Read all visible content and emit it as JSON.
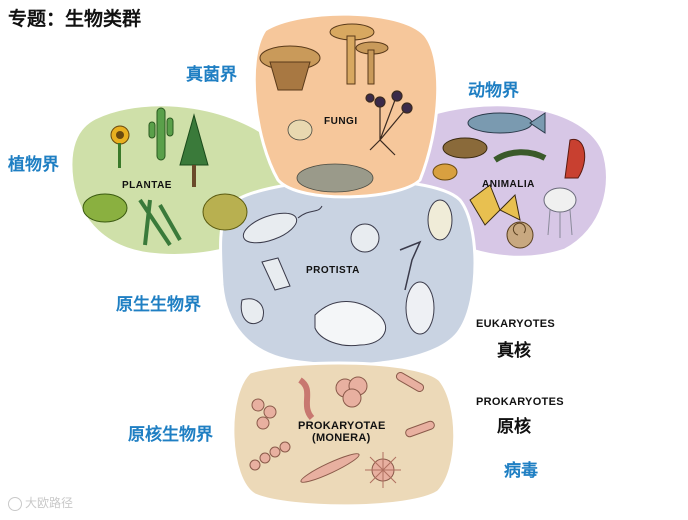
{
  "title": "专题：生物类群",
  "kingdoms": {
    "fungi": {
      "cn": "真菌界",
      "en": "FUNGI",
      "color": "#f6c79b"
    },
    "animalia": {
      "cn": "动物界",
      "en": "ANIMALIA",
      "color": "#d7c7e6"
    },
    "plantae": {
      "cn": "植物界",
      "en": "PLANTAE",
      "color": "#cfe0a9"
    },
    "protista": {
      "cn": "原生生物界",
      "en": "PROTISTA",
      "color": "#c9d3e2"
    },
    "monera": {
      "cn": "原核生物界",
      "en_line1": "PROKARYOTAE",
      "en_line2": "(MONERA)",
      "color": "#ecd9b8"
    }
  },
  "groups": {
    "eukaryotes_en": "EUKARYOTES",
    "eukaryotes_cn": "真核",
    "prokaryotes_en": "PROKARYOTES",
    "prokaryotes_cn": "原核",
    "virus_cn": "病毒"
  },
  "watermark": "大欧路径"
}
